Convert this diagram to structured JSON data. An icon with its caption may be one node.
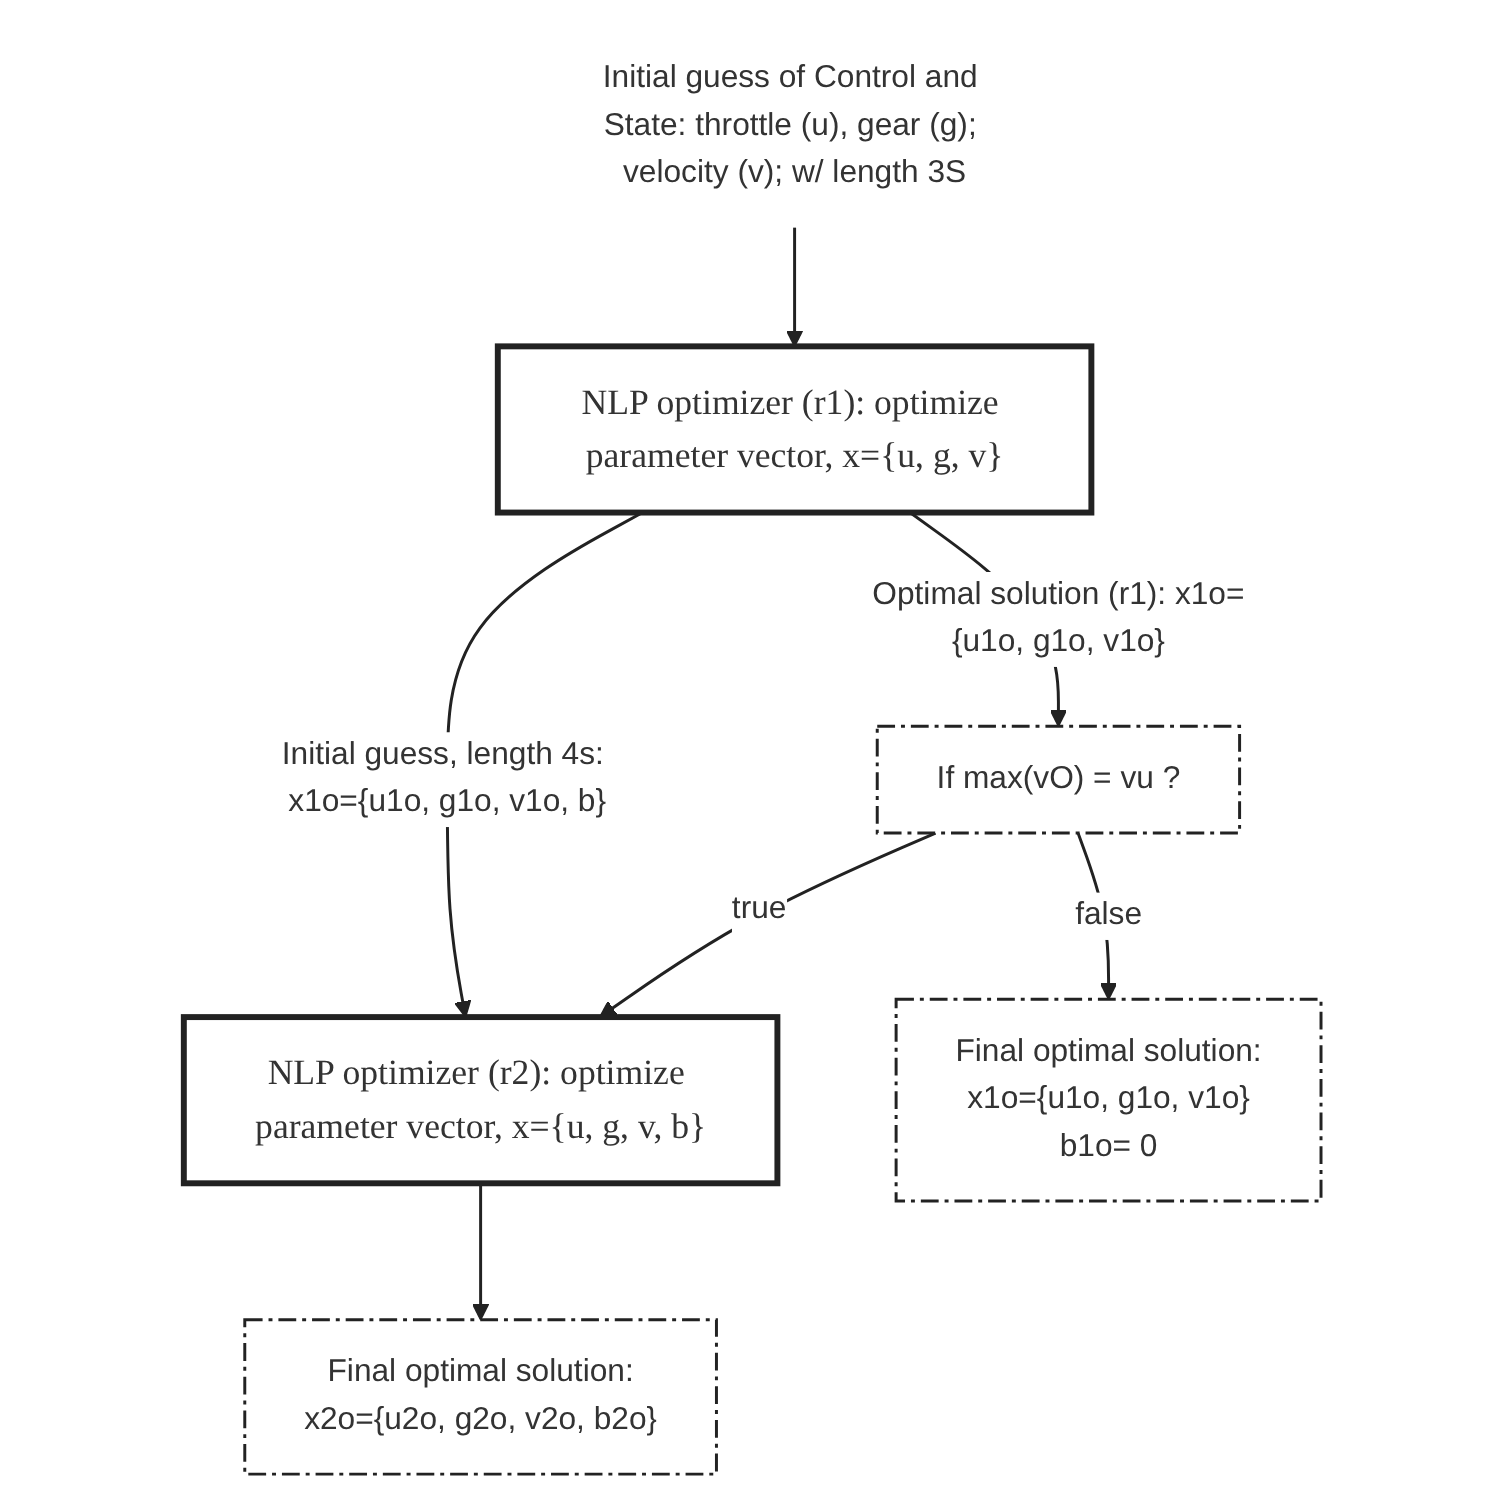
{
  "diagram": {
    "nodes": [
      {
        "text": [
          "Initial guess of Control and State: throttle (u), gear (g); velocity (v); w/ length 3S"
        ]
      },
      {
        "text": [
          "NLP optimizer (r1): optimize parameter vector, x={u, g, v}"
        ]
      },
      {
        "text": [
          "If max(vO) = vu ?"
        ]
      },
      {
        "text": [
          "NLP optimizer (r2): optimize parameter vector, x={u, g, v, b}"
        ]
      },
      {
        "text": [
          "Final optimal solution:",
          "x1o={u1o, g1o, v1o}",
          "b1o= 0"
        ]
      },
      {
        "text": [
          "Final optimal solution:",
          "x2o={u2o, g2o, v2o, b2o}"
        ]
      }
    ],
    "edges": [
      {
        "from": 0,
        "to": 1,
        "arrow": "to"
      },
      {
        "from": 1,
        "to": 2,
        "arrow": "to",
        "label": "Optimal solution (r1): x1o={u1o, g1o, v1o}"
      },
      {
        "from": 1,
        "to": 3,
        "arrow": "to",
        "label": "Initial guess, length 4s: x1o={u1o, g1o, v1o, b}"
      },
      {
        "from": 2,
        "to": 3,
        "arrow": "to",
        "label": "true"
      },
      {
        "from": 2,
        "to": 4,
        "arrow": "to",
        "label": "false"
      },
      {
        "from": 3,
        "to": 5,
        "arrow": "to"
      }
    ]
  }
}
